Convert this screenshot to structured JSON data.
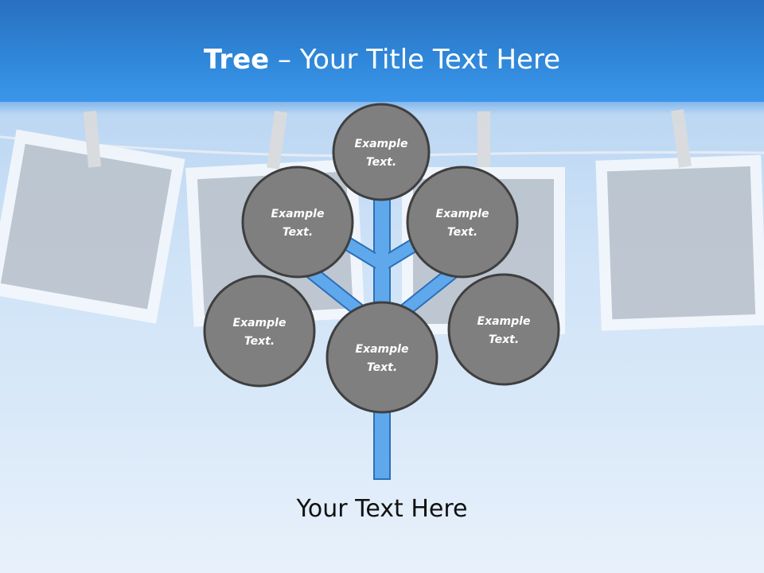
{
  "slide": {
    "title_bold": "Tree",
    "title_rest": " – Your Title Text Here",
    "caption": "Your Text Here"
  },
  "nodes": [
    {
      "label_line1": "Example",
      "label_line2": "Text."
    },
    {
      "label_line1": "Example",
      "label_line2": "Text."
    },
    {
      "label_line1": "Example",
      "label_line2": "Text."
    },
    {
      "label_line1": "Example",
      "label_line2": "Text."
    },
    {
      "label_line1": "Example",
      "label_line2": "Text."
    },
    {
      "label_line1": "Example",
      "label_line2": "Text."
    }
  ],
  "colors": {
    "header": "#2f86d8",
    "branch_fill": "#5fa8ec",
    "branch_stroke": "#2d6fb8",
    "node_fill": "#7f7f7f",
    "node_stroke": "#3f3f3f",
    "photo_frame": "#f4f8fc",
    "photo_inner": "#bcc3cc"
  }
}
